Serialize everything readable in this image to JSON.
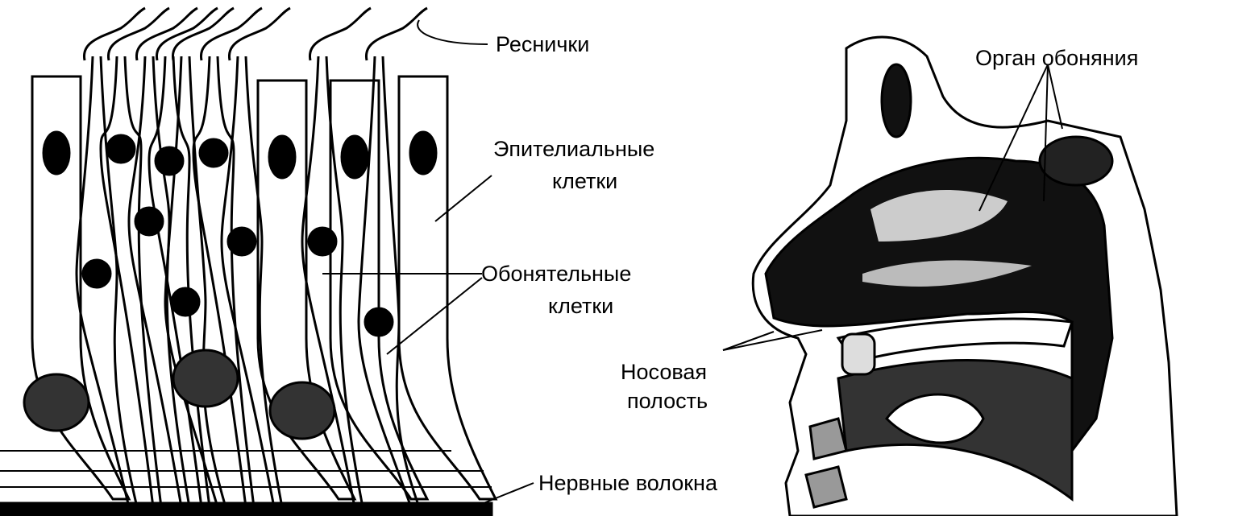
{
  "figure": {
    "left_panel": "olfactory-epithelium",
    "right_panel": "head-sagittal-section"
  },
  "labels": {
    "cilia": "Реснички",
    "epithelial_1": "Эпителиальные",
    "epithelial_2": "клетки",
    "olfactory_1": "Обонятельные",
    "olfactory_2": "клетки",
    "nerve_fibers": "Нервные волокна",
    "olfactory_organ": "Орган обоняния",
    "nasal_1": "Носовая",
    "nasal_2": "полость"
  },
  "colors": {
    "ink": "#000000",
    "paper": "#ffffff"
  }
}
